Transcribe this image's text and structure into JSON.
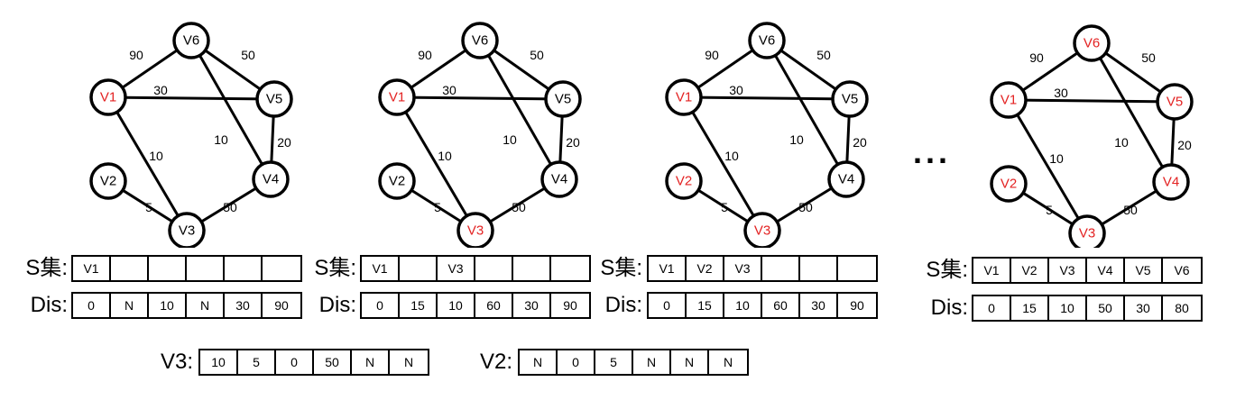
{
  "colors": {
    "visited": "#e32222",
    "default": "#000000"
  },
  "labels": {
    "s_set": "S集:",
    "dis": "Dis:",
    "v3_row": "V3:",
    "v2_row": "V2:"
  },
  "ellipsis": "...",
  "edges_weights": {
    "V1-V6": "90",
    "V6-V5": "50",
    "V1-V5": "30",
    "V6-V4": "10",
    "V5-V4": "20",
    "V1-V3": "10",
    "V2-V3": "5",
    "V3-V4": "50"
  },
  "graphs": [
    {
      "visited": [
        "V1"
      ]
    },
    {
      "visited": [
        "V1",
        "V3"
      ]
    },
    {
      "visited": [
        "V1",
        "V2",
        "V3"
      ]
    },
    {
      "visited": [
        "V1",
        "V2",
        "V3",
        "V4",
        "V5",
        "V6"
      ]
    }
  ],
  "tables": [
    {
      "s": [
        "V1",
        "",
        "",
        "",
        "",
        ""
      ],
      "dis": [
        "0",
        "N",
        "10",
        "N",
        "30",
        "90"
      ]
    },
    {
      "s": [
        "V1",
        "",
        "V3",
        "",
        "",
        ""
      ],
      "dis": [
        "0",
        "15",
        "10",
        "60",
        "30",
        "90"
      ]
    },
    {
      "s": [
        "V1",
        "V2",
        "V3",
        "",
        "",
        ""
      ],
      "dis": [
        "0",
        "15",
        "10",
        "60",
        "30",
        "90"
      ]
    },
    {
      "s": [
        "V1",
        "V2",
        "V3",
        "V4",
        "V5",
        "V6"
      ],
      "dis": [
        "0",
        "15",
        "10",
        "50",
        "30",
        "80"
      ]
    }
  ],
  "rows": {
    "v3": [
      "10",
      "5",
      "0",
      "50",
      "N",
      "N"
    ],
    "v2": [
      "N",
      "0",
      "5",
      "N",
      "N",
      "N"
    ]
  }
}
